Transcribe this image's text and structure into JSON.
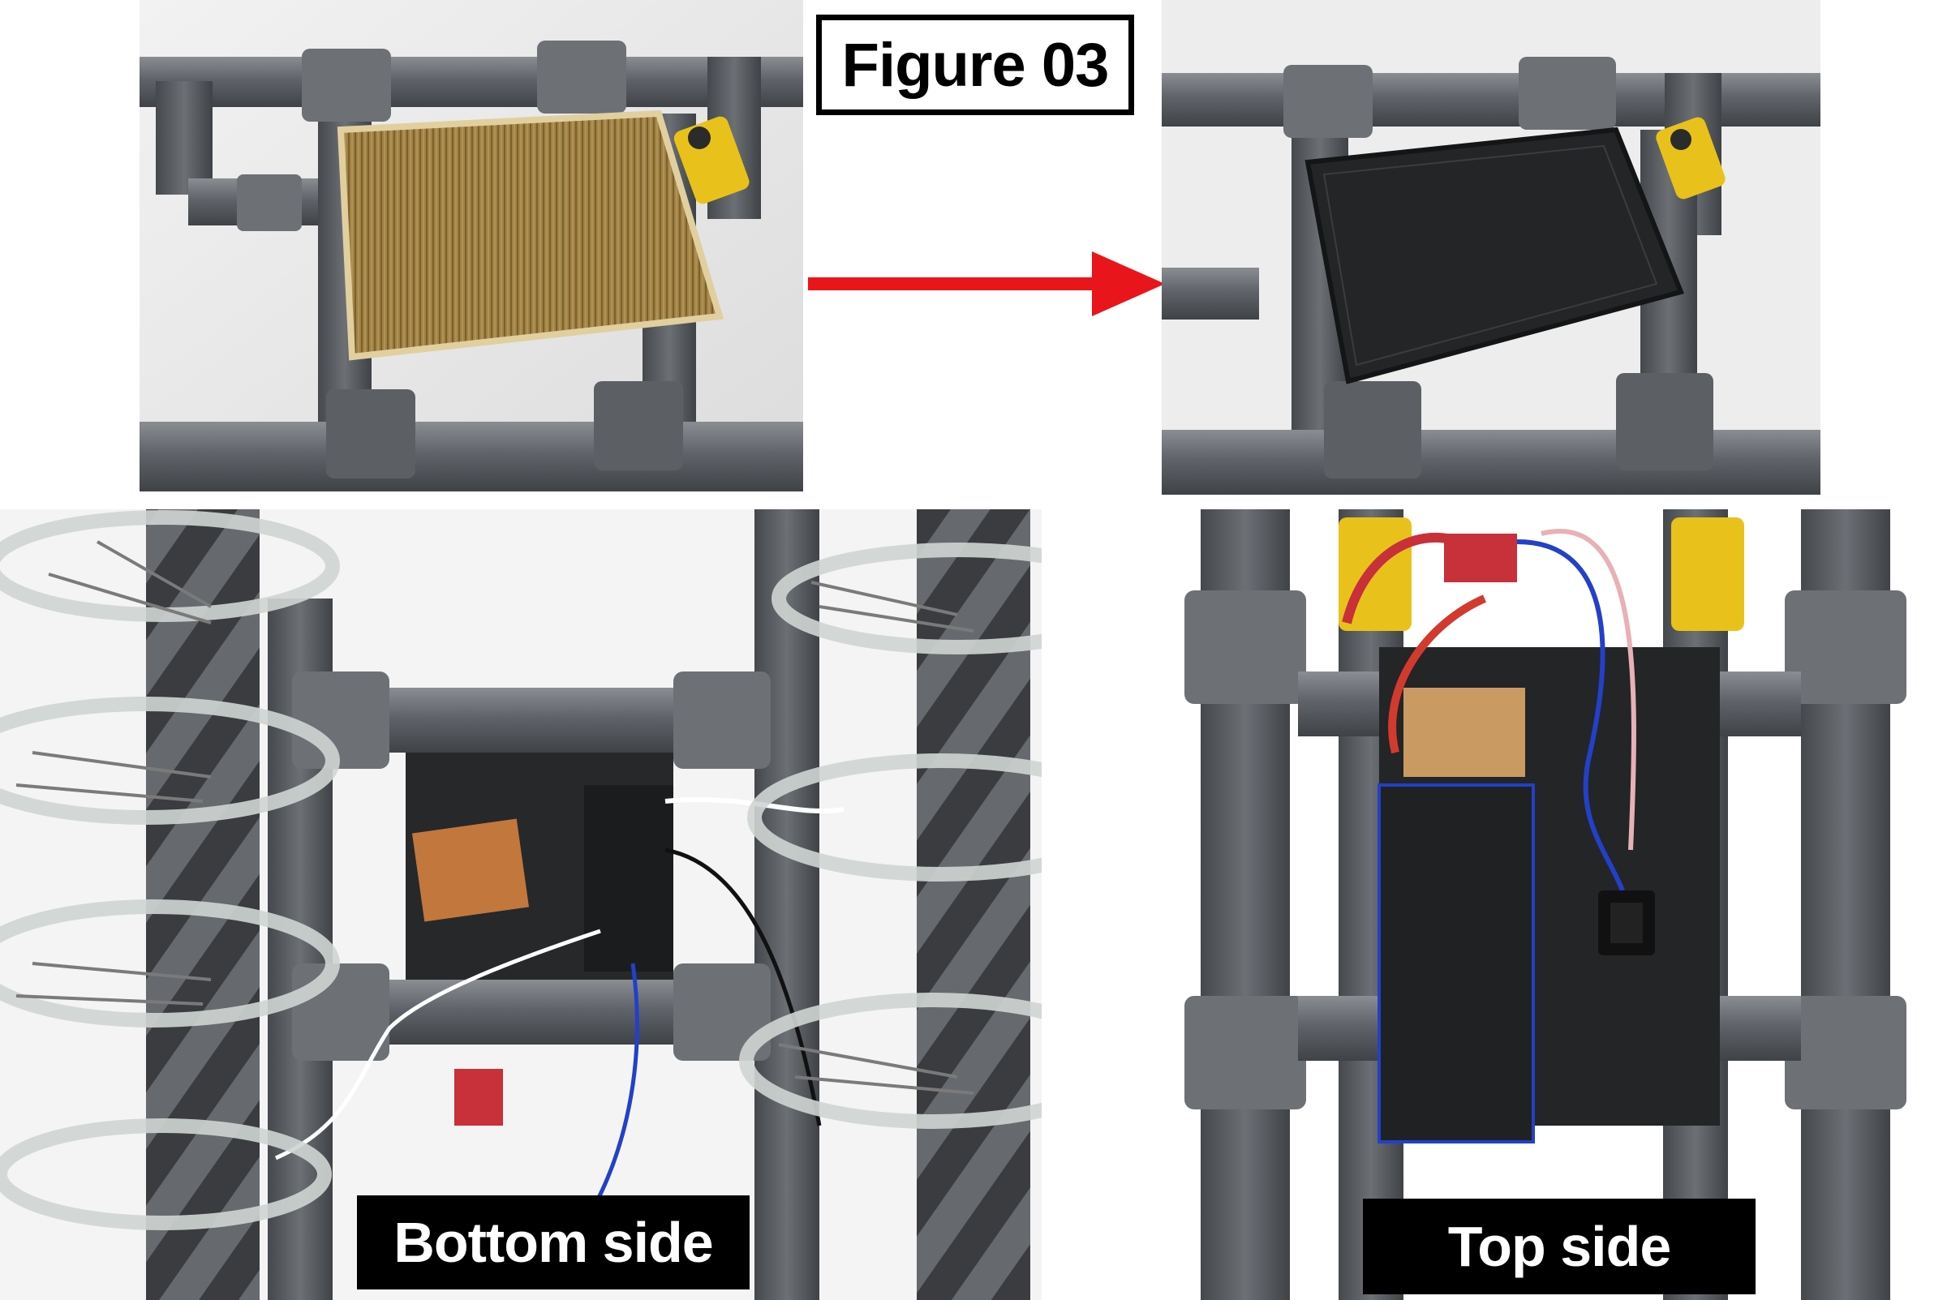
{
  "figure": {
    "title": "Figure 03"
  },
  "panels": [
    {
      "id": "before-panel",
      "subject": "wooden seat plate on pvc frame"
    },
    {
      "id": "after-panel",
      "subject": "black covered seat plate on pvc frame"
    },
    {
      "id": "bottom-panel",
      "caption": "Bottom side"
    },
    {
      "id": "top-panel",
      "caption": "Top side"
    }
  ],
  "arrow": {
    "color": "#e8161b",
    "icon": "right-arrow-icon"
  },
  "colors": {
    "pvc": "#5a5d61",
    "pvc_light": "#7c8085",
    "wood": "#9c7a3f",
    "cover": "#222426",
    "motor": "#e8c21a",
    "caption_bg": "#000000",
    "caption_text": "#ffffff"
  }
}
